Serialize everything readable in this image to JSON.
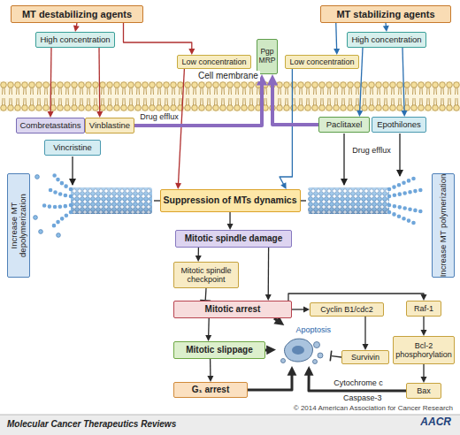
{
  "diagram": {
    "nodes": [
      {
        "text": [
          "MT destabilizing agents"
        ]
      },
      {
        "text": [
          "High concentration"
        ]
      },
      {
        "text": [
          "Low concentration"
        ]
      },
      {
        "text": [
          "Pgp MRP"
        ]
      },
      {
        "text": [
          "Low concentration"
        ]
      },
      {
        "text": [
          "MT stabilizing agents"
        ]
      },
      {
        "text": [
          "High concentration"
        ]
      },
      {
        "text": [
          "Combretastatins"
        ]
      },
      {
        "text": [
          "Vinblastine"
        ]
      },
      {
        "text": [
          "Vincristine"
        ]
      },
      {
        "text": [
          "Paclitaxel"
        ]
      },
      {
        "text": [
          "Epothilones"
        ]
      },
      {
        "text": [
          "Increase MT depolymerization"
        ]
      },
      {
        "text": [
          "Increase MT polymerization"
        ]
      },
      {
        "text": [
          "Suppression of MTs dynamics"
        ]
      },
      {
        "text": [
          "Mitotic spindle damage"
        ]
      },
      {
        "text": [
          "Mitotic spindle checkpoint"
        ]
      },
      {
        "text": [
          "Mitotic arrest"
        ]
      },
      {
        "text": [
          "Cyclin B1/cdc2"
        ]
      },
      {
        "text": [
          "Raf-1"
        ]
      },
      {
        "text": [
          "Mitotic slippage"
        ]
      },
      {
        "text": [
          "Apoptosis"
        ]
      },
      {
        "text": [
          "Survivin"
        ]
      },
      {
        "text": [
          "Bcl-2 phosphorylation"
        ]
      },
      {
        "text": [
          "G₁ arrest"
        ]
      },
      {
        "text": [
          "Bax"
        ]
      }
    ],
    "edges": [
      {
        "from": 0,
        "to": 1,
        "arrow": "to"
      },
      {
        "from": 0,
        "to": 2,
        "arrow": "to"
      },
      {
        "from": 1,
        "to": 7,
        "arrow": "to"
      },
      {
        "from": 1,
        "to": 8,
        "arrow": "to"
      },
      {
        "from": 2,
        "to": 14,
        "arrow": "to"
      },
      {
        "from": 5,
        "to": 6,
        "arrow": "to"
      },
      {
        "from": 5,
        "to": 4,
        "arrow": "to"
      },
      {
        "from": 6,
        "to": 10,
        "arrow": "to"
      },
      {
        "from": 6,
        "to": 11,
        "arrow": "to"
      },
      {
        "from": 4,
        "to": 14,
        "arrow": "to"
      },
      {
        "from": 8,
        "to": 3,
        "label": "Drug efflux",
        "arrow": "to"
      },
      {
        "from": 10,
        "to": 3,
        "label": "Drug efflux",
        "arrow": "to"
      },
      {
        "from": 14,
        "to": 15,
        "arrow": "to"
      },
      {
        "from": 15,
        "to": 16,
        "arrow": "to"
      },
      {
        "from": 15,
        "to": 17,
        "arrow": "to"
      },
      {
        "from": 16,
        "to": 17,
        "arrow": "to"
      },
      {
        "from": 17,
        "to": 20,
        "arrow": "to"
      },
      {
        "from": 17,
        "to": 18,
        "arrow": "to"
      },
      {
        "from": 17,
        "to": 19,
        "arrow": "to"
      },
      {
        "from": 17,
        "to": 21,
        "arrow": "to"
      },
      {
        "from": 18,
        "to": 22,
        "arrow": "to"
      },
      {
        "from": 22,
        "to": 21,
        "arrow": "to"
      },
      {
        "from": 19,
        "to": 23,
        "arrow": "to"
      },
      {
        "from": 23,
        "to": 25,
        "arrow": "to"
      },
      {
        "from": 25,
        "to": 21,
        "label": "Cytochrome c",
        "arrow": "to"
      },
      {
        "from": 20,
        "to": 24,
        "arrow": "to"
      },
      {
        "from": 20,
        "to": 21,
        "arrow": "to"
      },
      {
        "from": 24,
        "to": 21,
        "arrow": "to"
      }
    ],
    "labels": [
      "Cell membrane",
      "Caspase-3",
      "© 2014 American Association for Cancer Research",
      "Molecular Cancer Therapeutics Reviews",
      "AACR"
    ]
  }
}
